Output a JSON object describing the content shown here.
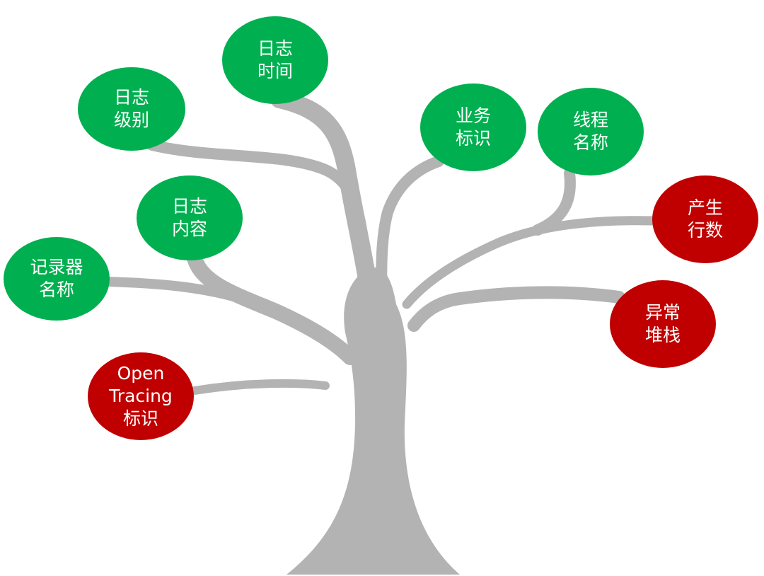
{
  "colors": {
    "trunk": "#b3b3b3",
    "green": "#00b050",
    "red": "#c00000",
    "text": "#ffffff"
  },
  "nodes": {
    "log_time": {
      "lines": [
        "日志",
        "时间"
      ],
      "color": "green"
    },
    "log_level": {
      "lines": [
        "日志",
        "级别"
      ],
      "color": "green"
    },
    "business_id": {
      "lines": [
        "业务",
        "标识"
      ],
      "color": "green"
    },
    "thread_name": {
      "lines": [
        "线程",
        "名称"
      ],
      "color": "green"
    },
    "log_content": {
      "lines": [
        "日志",
        "内容"
      ],
      "color": "green"
    },
    "logger_name": {
      "lines": [
        "记录器",
        "名称"
      ],
      "color": "green"
    },
    "line_number": {
      "lines": [
        "产生",
        "行数"
      ],
      "color": "red"
    },
    "exception_stack": {
      "lines": [
        "异常",
        "堆栈"
      ],
      "color": "red"
    },
    "opentracing_id": {
      "lines": [
        "Open",
        "Tracing",
        "标识"
      ],
      "color": "red"
    }
  }
}
